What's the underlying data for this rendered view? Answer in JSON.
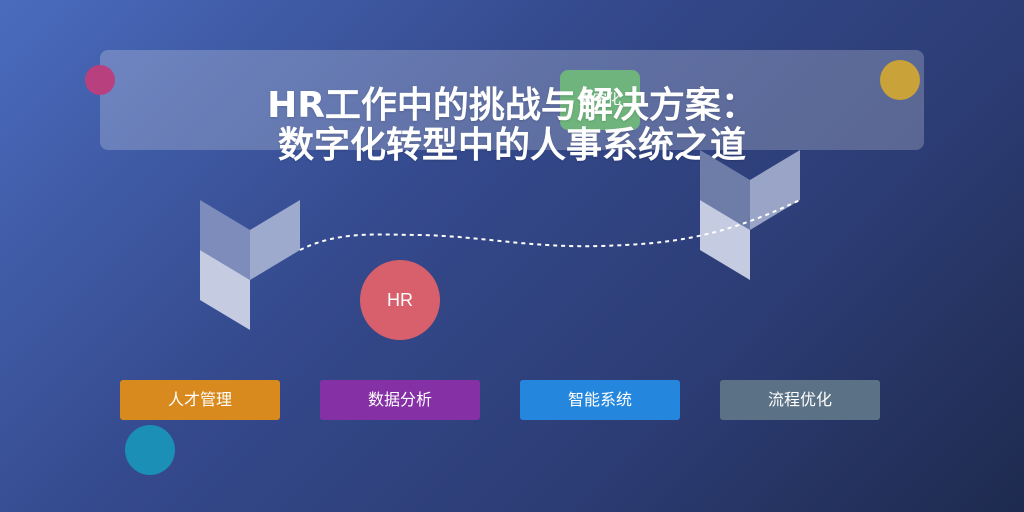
{
  "title": {
    "line1": "HR工作中的挑战与解决方案：",
    "line2": "数字化转型中的人事系统之道"
  },
  "tags": {
    "green": "数字化"
  },
  "hr_circle": {
    "label": "HR"
  },
  "chips": [
    {
      "label": "人才管理",
      "color": "#d98a1e"
    },
    {
      "label": "数据分析",
      "color": "#8630a6"
    },
    {
      "label": "智能系统",
      "color": "#2486dc"
    },
    {
      "label": "流程优化",
      "color": "#5b7185"
    }
  ],
  "colors": {
    "background_start": "#4a6bbd",
    "background_end": "#1e2a4e",
    "hr_circle": "#d7606c",
    "green_tag": "#6fb47c",
    "pink_dot": "#b8407f",
    "gold_dot": "#c9a23a",
    "teal_dot": "#1b8fb5"
  }
}
